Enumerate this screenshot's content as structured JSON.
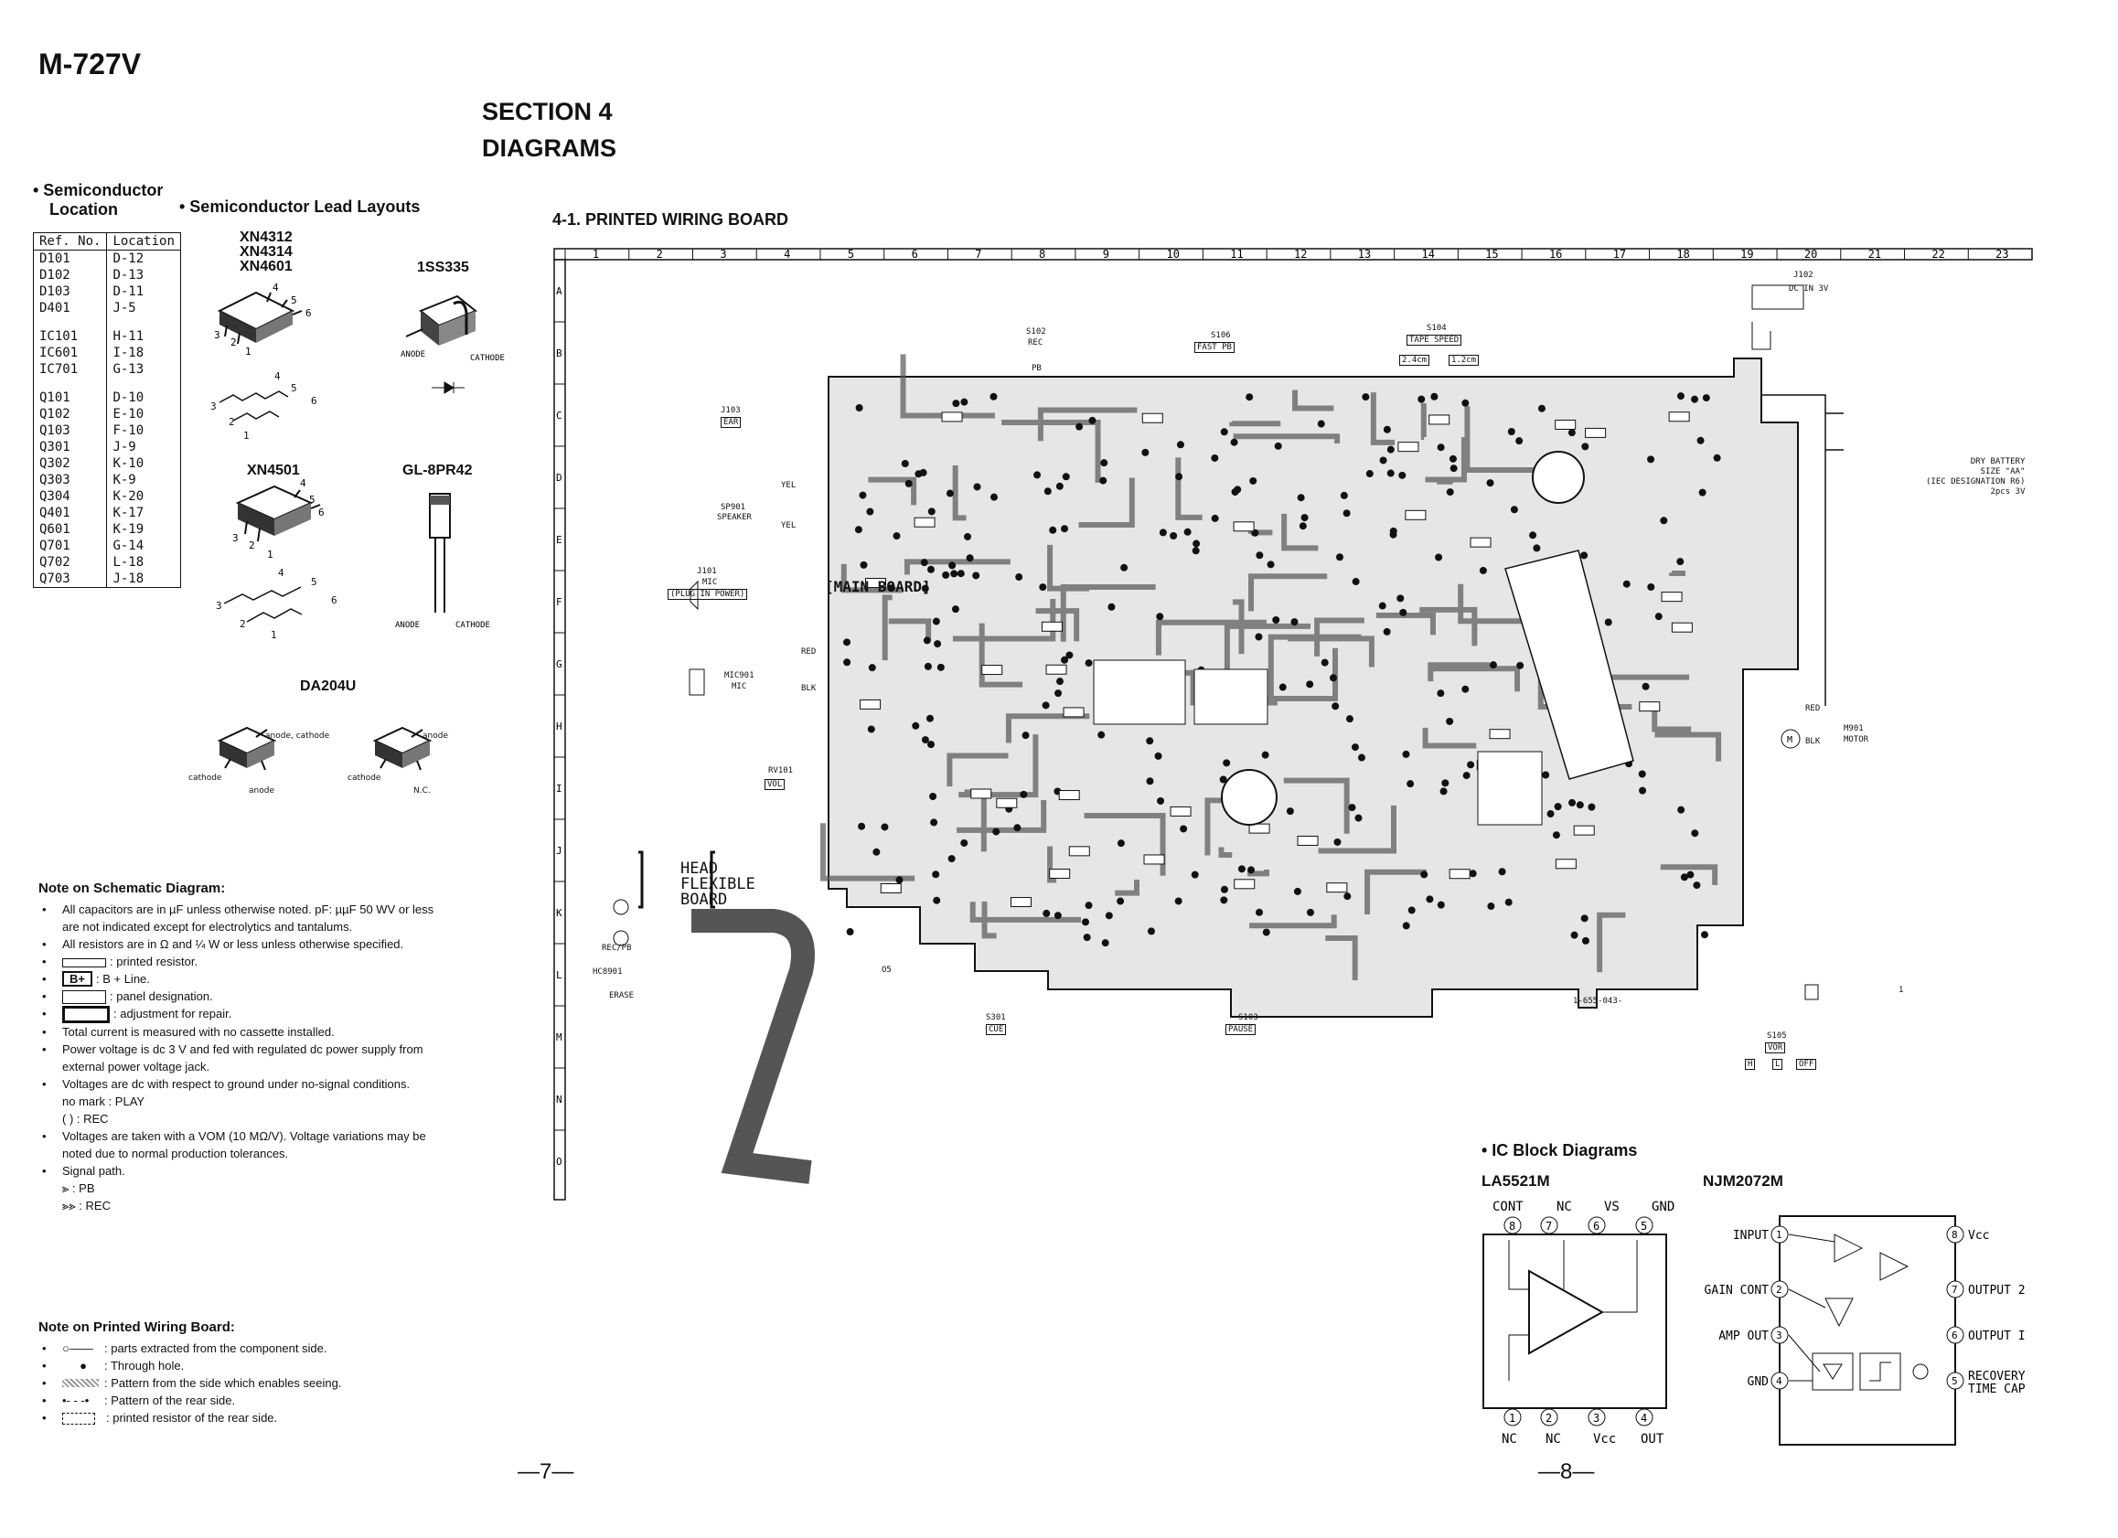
{
  "header": {
    "model": "M-727V",
    "section": "SECTION 4",
    "subtitle": "DIAGRAMS"
  },
  "semiconductor_location": {
    "title_line1": "• Semiconductor",
    "title_line2": "Location",
    "col_ref": "Ref. No.",
    "col_loc": "Location",
    "groups": [
      [
        [
          "D101",
          "D-12"
        ],
        [
          "D102",
          "D-13"
        ],
        [
          "D103",
          "D-11"
        ],
        [
          "D401",
          "J-5"
        ]
      ],
      [
        [
          "IC101",
          "H-11"
        ],
        [
          "IC601",
          "I-18"
        ],
        [
          "IC701",
          "G-13"
        ]
      ],
      [
        [
          "Q101",
          "D-10"
        ],
        [
          "Q102",
          "E-10"
        ],
        [
          "Q103",
          "F-10"
        ],
        [
          "Q301",
          "J-9"
        ],
        [
          "Q302",
          "K-10"
        ],
        [
          "Q303",
          "K-9"
        ],
        [
          "Q304",
          "K-20"
        ],
        [
          "Q401",
          "K-17"
        ],
        [
          "Q601",
          "K-19"
        ],
        [
          "Q701",
          "G-14"
        ],
        [
          "Q702",
          "L-18"
        ],
        [
          "Q703",
          "J-18"
        ]
      ]
    ]
  },
  "lead_layouts": {
    "title": "• Semiconductor Lead Layouts",
    "xn_group": "XN4312\nXN4314\nXN4601",
    "xn4501": "XN4501",
    "iss335": "1SS335",
    "anode": "ANODE",
    "cathode": "CATHODE",
    "gl": "GL-8PR42",
    "da": "DA204U",
    "da_anode_cathode": "anode, cathode",
    "da_cathode": "cathode",
    "da_anode": "anode",
    "da_nc": "N.C."
  },
  "schematic_notes": {
    "title": "Note on Schematic Diagram:",
    "items": [
      "All capacitors are in µF unless otherwise noted.  pF: µµF 50 WV or less are not indicated except for electrolytics and tantalums.",
      "All resistors are in Ω and ¼ W or less unless otherwise specified.",
      ": printed resistor.",
      ": B + Line.",
      ": panel designation.",
      ": adjustment for repair.",
      "Total current is measured with no cassette installed.",
      "Power voltage is dc 3 V and fed with regulated dc power supply from external power voltage jack.",
      "Voltages are dc with respect to ground under no-signal conditions.",
      "Voltages are taken with a VOM (10 MΩ/V). Voltage variations may be noted due to normal production tolerances.",
      "Signal path."
    ],
    "nomark": "no mark : PLAY",
    "rec": "(        ) : REC",
    "bplus": "B+",
    "pb": ": PB",
    "recpath": ": REC"
  },
  "pwb_notes": {
    "title": "Note on Printed Wiring Board:",
    "items": [
      ": parts extracted from the component side.",
      ": Through hole.",
      ": Pattern from the side which enables seeing.",
      ": Pattern of the rear side.",
      ": printed resistor of the rear side."
    ]
  },
  "pwb": {
    "title": "4-1.  PRINTED WIRING BOARD",
    "cols": [
      "1",
      "2",
      "3",
      "4",
      "5",
      "6",
      "7",
      "8",
      "9",
      "10",
      "11",
      "12",
      "13",
      "14",
      "15",
      "16",
      "17",
      "18",
      "19",
      "20",
      "21",
      "22",
      "23"
    ],
    "rows": [
      "A",
      "B",
      "C",
      "D",
      "E",
      "F",
      "G",
      "H",
      "I",
      "J",
      "K",
      "L",
      "M",
      "N",
      "O"
    ],
    "labels": {
      "main_board": "[MAIN BOARD]",
      "head_board": "HEAD\nFLEXIBLE\nBOARD",
      "j102": "J102",
      "dcin": "DC IN 3V",
      "s102": "S102",
      "rec": "REC",
      "pb": "PB",
      "s106": "S106",
      "fastpb": "FAST PB",
      "s104": "S104",
      "tapespeed": "TAPE SPEED",
      "sp24": "2.4cm",
      "sp12": "1.2cm",
      "j103": "J103",
      "ear": "EAR",
      "sp901": "SP901",
      "speaker": "SPEAKER",
      "yel": "YEL",
      "j101": "J101",
      "mic": "MIC",
      "plug": "(PLUG IN POWER)",
      "mic901": "MIC901",
      "red": "RED",
      "blk": "BLK",
      "rv101": "RV101",
      "vol": "VOL",
      "recpb": "REC/PB",
      "hc": "HC8901",
      "erase": "ERASE",
      "s301": "S301",
      "cue": "CUE",
      "s103": "S103",
      "pause": "PAUSE",
      "s105": "S105",
      "vor": "VOR",
      "h": "H",
      "l": "L",
      "off": "OFF",
      "battery": "DRY BATTERY\nSIZE \"AA\"\n(IEC DESIGNATION R6)\n2pcs 3V",
      "m901": "M901",
      "motor": "MOTOR",
      "pwbno": "1-655-043-",
      "one": "1",
      "o5": "O5"
    }
  },
  "ic_block": {
    "title": "• IC Block Diagrams",
    "la": "LA5521M",
    "njm": "NJM2072M",
    "la_top": [
      "CONT",
      "NC",
      "VS",
      "GND"
    ],
    "la_top_pins": [
      "8",
      "7",
      "6",
      "5"
    ],
    "la_bot": [
      "NC",
      "NC",
      "Vcc",
      "OUT"
    ],
    "la_bot_pins": [
      "1",
      "2",
      "3",
      "4"
    ],
    "njm_left": [
      "INPUT",
      "GAIN CONT",
      "AMP OUT",
      "GND"
    ],
    "njm_left_pins": [
      "1",
      "2",
      "3",
      "4"
    ],
    "njm_right": [
      "Vcc",
      "OUTPUT 2",
      "OUTPUT I",
      "RECOVERY\nTIME CAP"
    ],
    "njm_right_pins": [
      "8",
      "7",
      "6",
      "5"
    ]
  },
  "pages": {
    "left": "—7—",
    "right": "—8—"
  }
}
